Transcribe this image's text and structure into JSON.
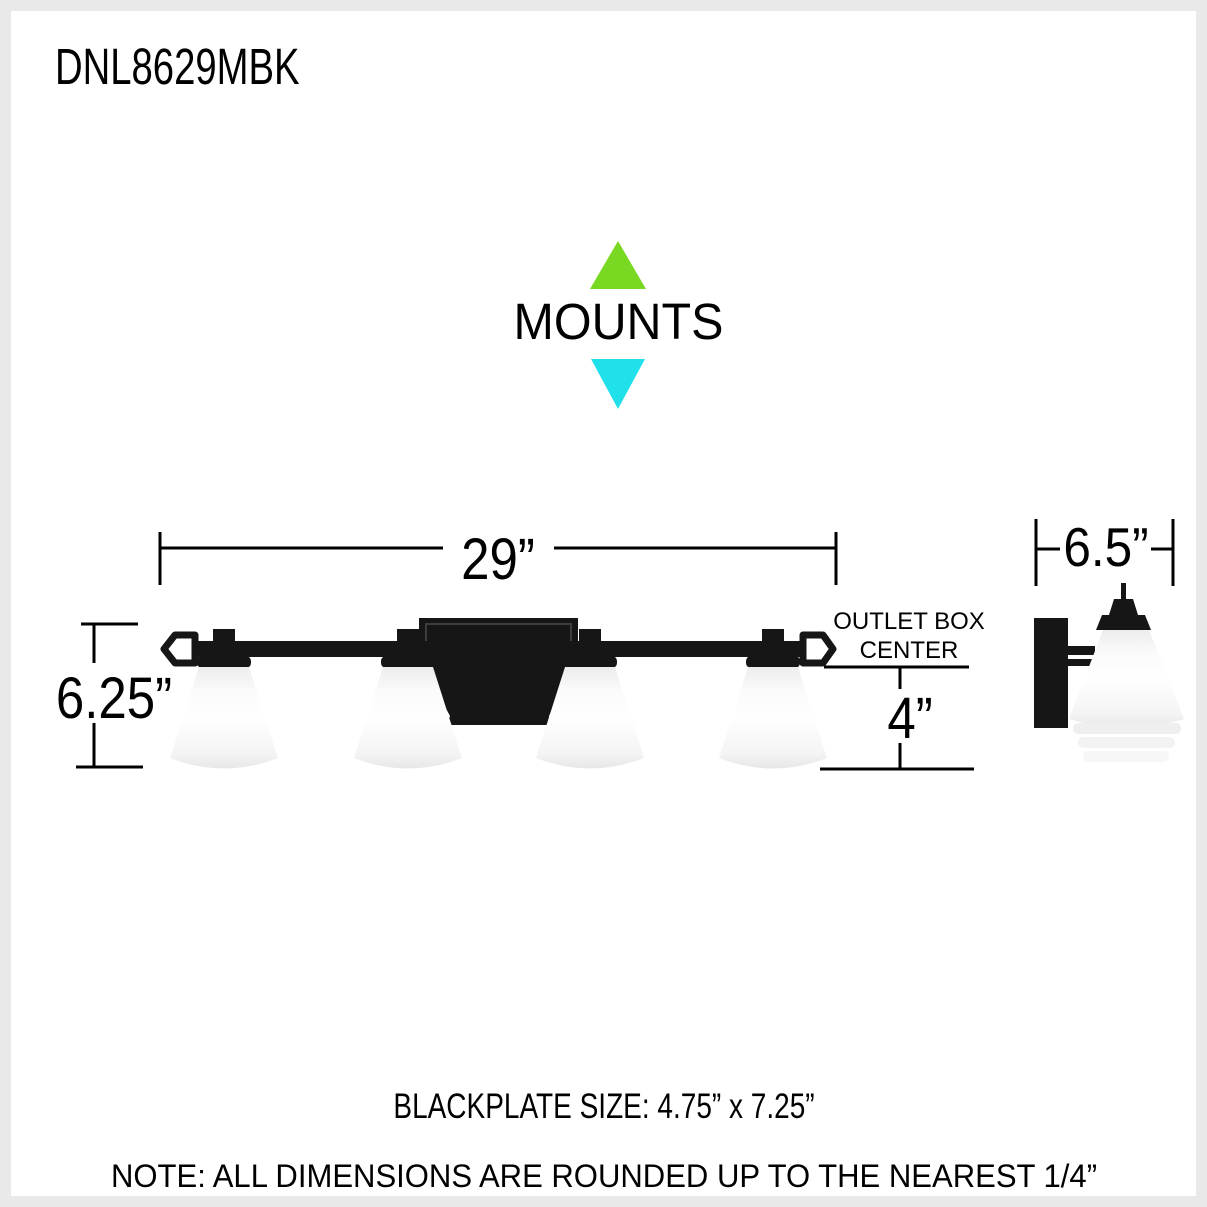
{
  "page": {
    "product_code": "DNL8629MBK"
  },
  "mounts": {
    "label": "MOUNTS",
    "up_arrow_color": "#79d821",
    "down_arrow_color": "#20e0e9"
  },
  "front_view": {
    "width_label": "29”",
    "height_label": "6.25”",
    "outlet_box_label_line1": "OUTLET BOX",
    "outlet_box_label_line2": "CENTER",
    "outlet_center_height_label": "4”"
  },
  "side_view": {
    "depth_label": "6.5”"
  },
  "footer": {
    "backplate_note": "BLACKPLATE SIZE: 4.75” x 7.25”",
    "rounding_note": "NOTE: ALL DIMENSIONS ARE ROUNDED UP TO THE NEAREST 1/4”"
  },
  "colors": {
    "dimension_line": "#000000",
    "fixture_black": "#161616",
    "shade_white": "#ffffff",
    "frame_border": "#e9e9e9"
  }
}
